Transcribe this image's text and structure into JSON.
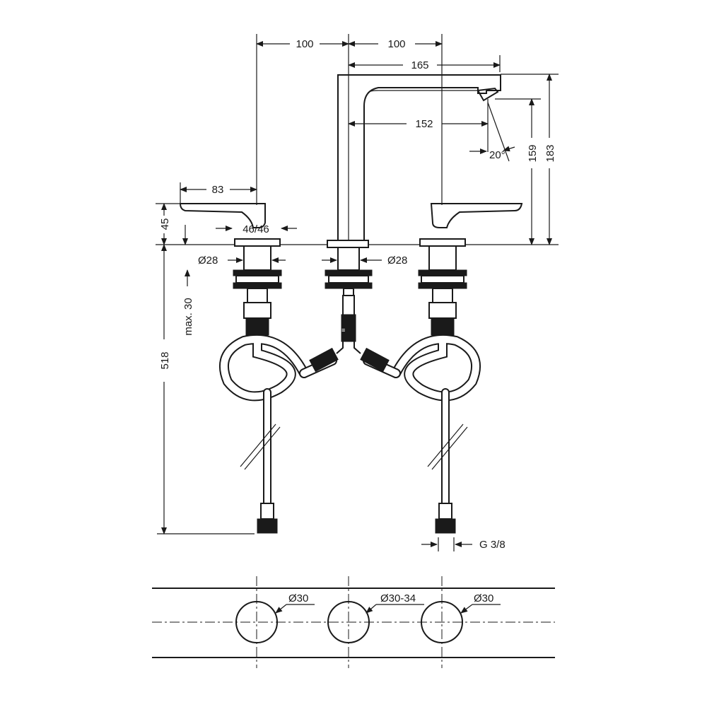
{
  "dimensions": {
    "spacing_left": "100",
    "spacing_right": "100",
    "spout_reach": "165",
    "spout_reach_outlet": "152",
    "spout_angle": "20°",
    "outlet_height": "159",
    "spout_height": "183",
    "handle_reach": "83",
    "handle_height": "45",
    "handle_rotation": "46/46",
    "handle_body_diameter": "Ø28",
    "spout_body_diameter": "Ø28",
    "max_thickness": "max. 30",
    "hose_length": "518",
    "connection_thread": "G 3/8"
  },
  "holes": {
    "left": "Ø30",
    "center": "Ø30-34",
    "right": "Ø30"
  }
}
